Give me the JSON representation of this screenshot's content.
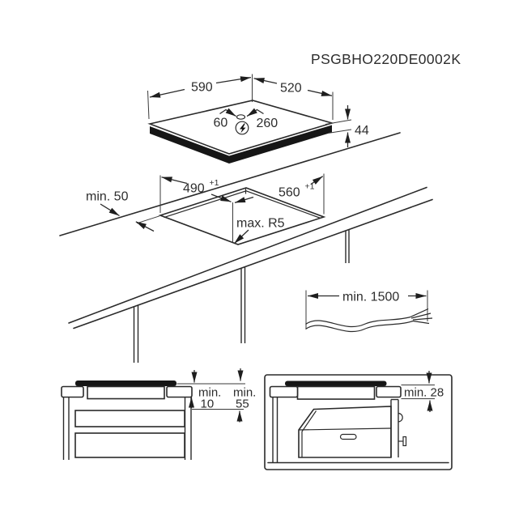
{
  "title": "PSGBHO220DE0002K",
  "hob_view": {
    "width": "590",
    "depth": "520",
    "cable_offset_left": "60",
    "cable_offset_right": "260",
    "height": "44"
  },
  "cutout_view": {
    "edge_clearance": "min. 50",
    "depth": "490",
    "depth_tolerance": "+1",
    "width": "560",
    "width_tolerance": "+1",
    "corner_radius": "max. R5"
  },
  "cable_view": {
    "length": "min. 1500"
  },
  "drawer_view": {
    "hob_clearance_label": "min.",
    "hob_clearance_value": "10",
    "drawer_clearance_label": "min.",
    "drawer_clearance_value": "55"
  },
  "oven_view": {
    "worktop_clearance": "min. 28"
  }
}
